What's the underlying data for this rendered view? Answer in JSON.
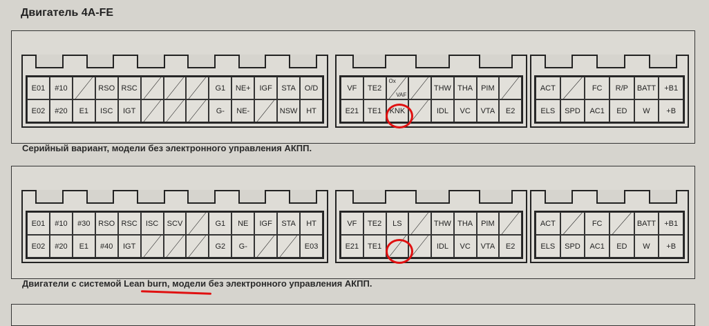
{
  "title": "Двигатель 4A-FE",
  "diagrams": [
    {
      "caption": "Серийный вариант, модели без электронного управления АКПП.",
      "connectors": [
        {
          "cols": 13,
          "rows": [
            [
              "E01",
              "#10",
              null,
              "RSO",
              "RSC",
              null,
              null,
              null,
              "G1",
              "NE+",
              "IGF",
              "STA",
              "O/D"
            ],
            [
              "E02",
              "#20",
              "E1",
              "ISC",
              "IGT",
              null,
              null,
              null,
              "G-",
              "NE-",
              null,
              "NSW",
              "HT"
            ]
          ]
        },
        {
          "cols": 8,
          "rows": [
            [
              "VF",
              "TE2",
              {
                "top": "Ox",
                "bottom": "VAF"
              },
              null,
              "THW",
              "THA",
              "PIM",
              null
            ],
            [
              "E21",
              "TE1",
              "KNK",
              null,
              "IDL",
              "VC",
              "VTA",
              "E2"
            ]
          ]
        },
        {
          "cols": 6,
          "rows": [
            [
              "ACT",
              null,
              "FC",
              "R/P",
              "BATT",
              "+B1"
            ],
            [
              "ELS",
              "SPD",
              "AC1",
              "ED",
              "W",
              "+B"
            ]
          ]
        }
      ]
    },
    {
      "caption_before": "Двигатели с системой ",
      "caption_highlight": "Lean burn",
      "caption_after": ", модели без электронного управления АКПП.",
      "connectors": [
        {
          "cols": 13,
          "rows": [
            [
              "E01",
              "#10",
              "#30",
              "RSO",
              "RSC",
              "ISC",
              "SCV",
              null,
              "G1",
              "NE",
              "IGF",
              "STA",
              "HT"
            ],
            [
              "E02",
              "#20",
              "E1",
              "#40",
              "IGT",
              null,
              null,
              null,
              "G2",
              "G-",
              null,
              null,
              "E03"
            ]
          ]
        },
        {
          "cols": 8,
          "rows": [
            [
              "VF",
              "TE2",
              "LS",
              null,
              "THW",
              "THA",
              "PIM",
              null
            ],
            [
              "E21",
              "TE1",
              null,
              null,
              "IDL",
              "VC",
              "VTA",
              "E2"
            ]
          ]
        },
        {
          "cols": 6,
          "rows": [
            [
              "ACT",
              null,
              "FC",
              null,
              "BATT",
              "+B1"
            ],
            [
              "ELS",
              "SPD",
              "AC1",
              "ED",
              "W",
              "+B"
            ]
          ]
        }
      ]
    }
  ],
  "highlight_color": "#e01010"
}
